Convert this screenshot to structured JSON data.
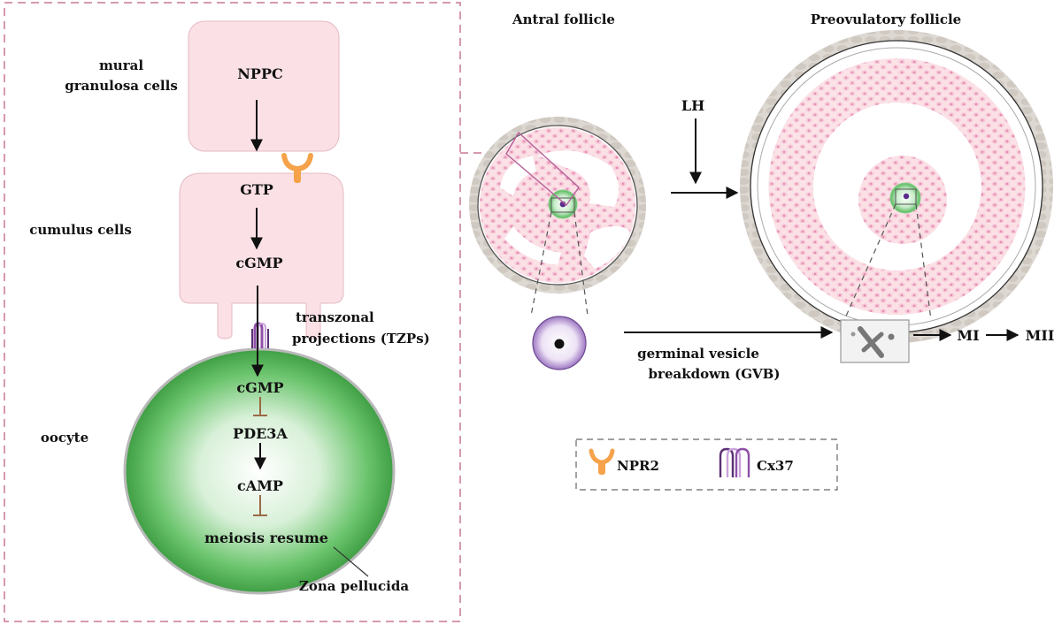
{
  "left_panel": {
    "cell_labels": {
      "mural_line1": "mural",
      "mural_line2": "granulosa cells",
      "cumulus": "cumulus cells",
      "oocyte": "oocyte"
    },
    "pathway": {
      "nppc": "NPPC",
      "gtp": "GTP",
      "cgmp_cumulus": "cGMP",
      "tzp_line1": "transzonal",
      "tzp_line2": "projections (TZPs)",
      "cgmp_oocyte": "cGMP",
      "pde3a": "PDE3A",
      "camp": "cAMP",
      "meiosis": "meiosis resume",
      "zona": "Zona pellucida"
    }
  },
  "right_panel": {
    "antral_title": "Antral follicle",
    "preovulatory_title": "Preovulatory follicle",
    "lh": "LH",
    "gvb_line1": "germinal vesicle",
    "gvb_line2": "breakdown (GVB)",
    "mi": "MI",
    "mii": "MII"
  },
  "legend": {
    "npr2": "NPR2",
    "cx37": "Cx37"
  },
  "colors": {
    "granulosa_pink": "#fbe1e6",
    "cell_dot_pink": "#e9a6c4",
    "oocyte_green": "#4caf50",
    "receptor_orange": "#f5a24a",
    "connexin_purple": "#8e4fa8",
    "inhibit_brown": "#9a6a45",
    "theca_gray": "#d8d3cd",
    "dashed_border": "#c9788f"
  }
}
